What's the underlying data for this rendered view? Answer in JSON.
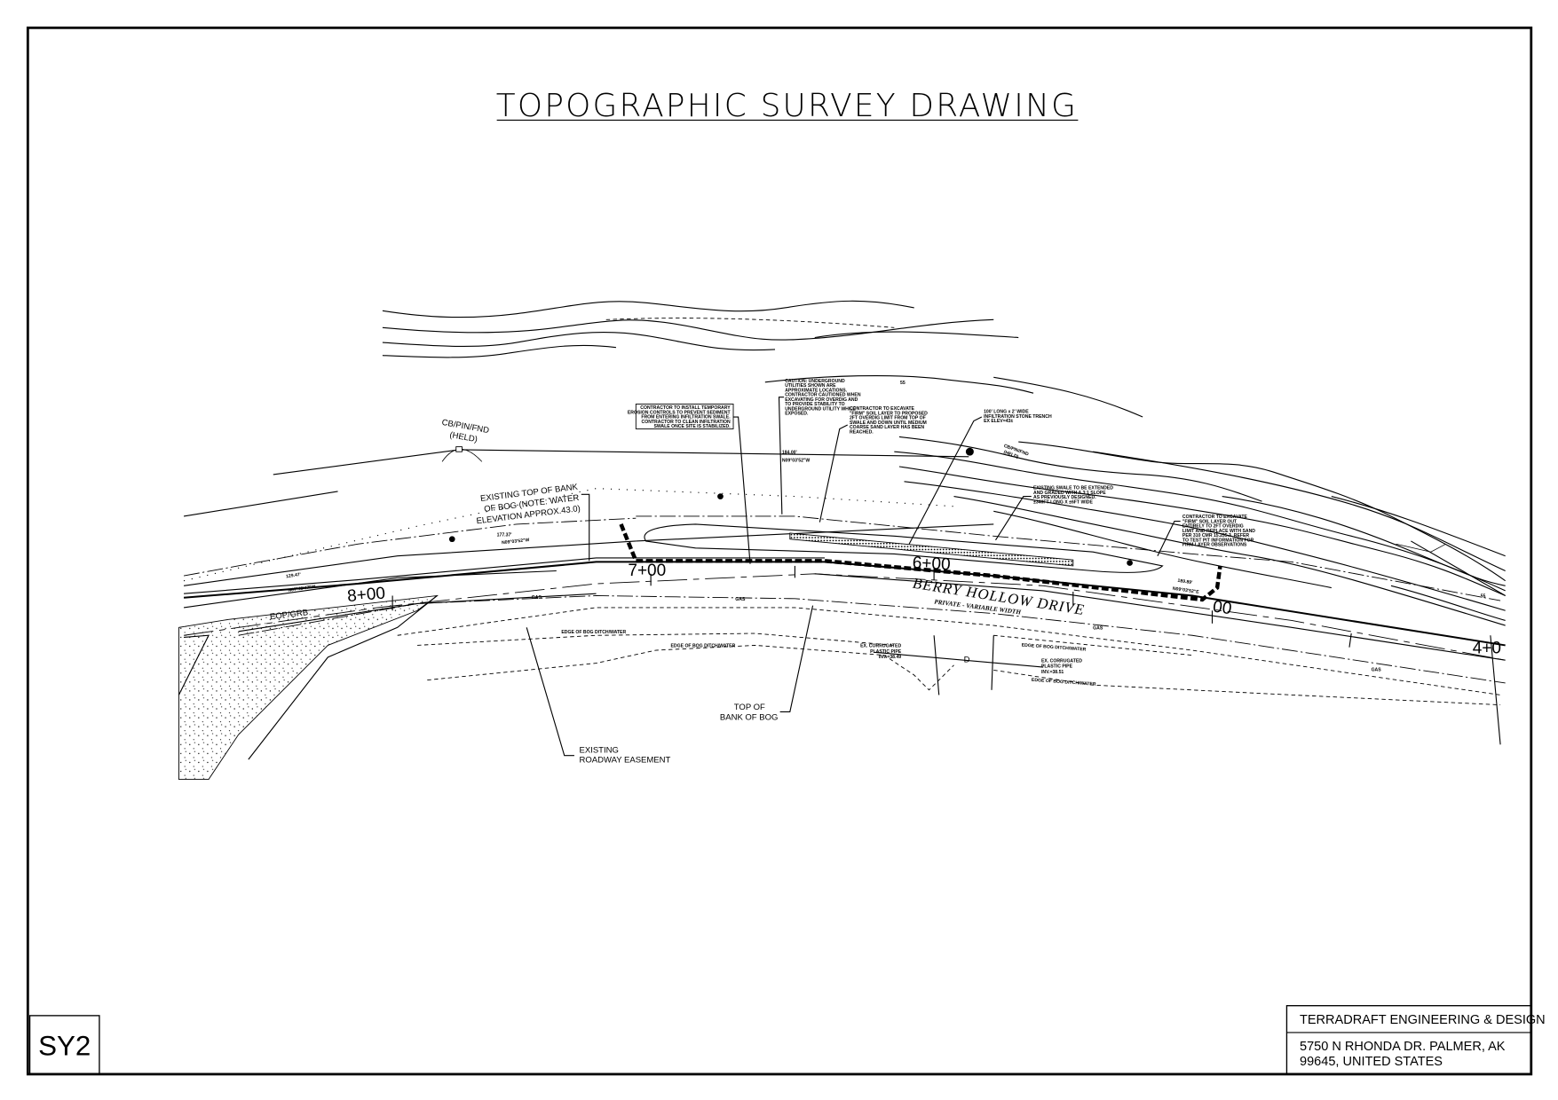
{
  "title": "TOPOGRAPHIC SURVEY DRAWING",
  "sheet_number": "SY2",
  "title_block": {
    "company": "TERRADRAFT ENGINEERING & DESIGN",
    "address_line1": "5750 N RHONDA DR. PALMER, AK",
    "address_line2": "99645, UNITED STATES"
  },
  "road": {
    "name": "BERRY HOLLOW DRIVE",
    "subtitle": "PRIVATE - VARIABLE WIDTH"
  },
  "stations": [
    "8+00",
    "7+00",
    "6+00",
    "00",
    "4+0"
  ],
  "labels": {
    "cb_pin_left": [
      "CB/PIN/FND",
      "(HELD)"
    ],
    "cb_pin_right": [
      "CB/PIN/FND",
      "(HELD)"
    ],
    "top_bank_note": [
      "EXISTING TOP OF BANK",
      "OF BOG (NOTE: WATER",
      "ELEVATION APPROX.43.0)"
    ],
    "eop": "EOP/GRB",
    "edge_bog": "EDGE OF BOG DITCH/WATER",
    "pipe_left": [
      "EX. CORRUGATED",
      "PLASTIC PIPE",
      "INV.=38.49"
    ],
    "pipe_right": [
      "EX. CORRUGATED",
      "PLASTIC PIPE",
      "INV.=38.51"
    ],
    "top_of_bank": [
      "TOP OF",
      "BANK OF BOG"
    ],
    "easement": [
      "EXISTING",
      "ROADWAY EASEMENT"
    ],
    "gas": "GAS",
    "contour": "55",
    "pipe_symbol": "D"
  },
  "bearings": {
    "top_dist": "184.00'",
    "top_bearing": "N09°03'52\"W",
    "mid_dist": "177.37'",
    "mid_bearing": "N09°03'52\"W",
    "left_dist": "129.47'",
    "left_bearing": "N07°45'47\"W",
    "right_dist": "189.89'",
    "right_bearing": "N09°03'52\"E"
  },
  "notes": {
    "erosion": [
      "CONTRACTOR TO INSTALL TEMPORARY",
      "EROSION CONTROLS TO PREVENT SEDIMENT",
      "FROM ENTERING INFILTRATION SWALE.",
      "CONTRACTOR TO CLEAN INFILTRATION",
      "SWALE ONCE SITE IS STABILIZED."
    ],
    "caution": [
      "CAUTION: UNDERGROUND",
      "UTILITIES SHOWN ARE",
      "APPROXIMATE LOCATIONS.",
      "CONTRACTOR CAUTIONED WHEN",
      "EXCAVATING FOR OVERDIG AND",
      "TO PROVIDE STABILITY TO",
      "UNDERGROUND UTILITY WHILE",
      "EXPOSED."
    ],
    "excavate_left": [
      "CONTRACTOR TO EXCAVATE",
      "\"FIRM\" SOIL LAYER TO PROPOSED",
      "2FT OVERDIG LIMIT FROM TOP OF",
      "SWALE AND DOWN UNTIL MEDIUM",
      "COARSE SAND LAYER HAS BEEN",
      "REACHED."
    ],
    "trench": [
      "100' LONG x 2' WIDE",
      "INFILTRATION STONE TRENCH",
      "EX ELEV=43±"
    ],
    "swale_extend": [
      "EXISTING SWALE TO BE EXTENDED",
      "AND GRADED WITH A 3:1 SLOPE",
      "AS PREVIOUSLY DESIGNED.",
      "±340FT LONG X ±6FT WIDE"
    ],
    "excavate_right": [
      "CONTRACTOR TO EXCAVATE",
      "\"FIRM\" SOIL LAYER OUT",
      "ENTIRELY TO 2FT OVERDIG",
      "LIMIT AND REPLACE WITH SAND",
      "PER 310 CMR 15.255.3. REFER",
      "TO TEST PIT INFORMATION FOR",
      "FIRM LAYER OBSERVATIONS"
    ]
  }
}
